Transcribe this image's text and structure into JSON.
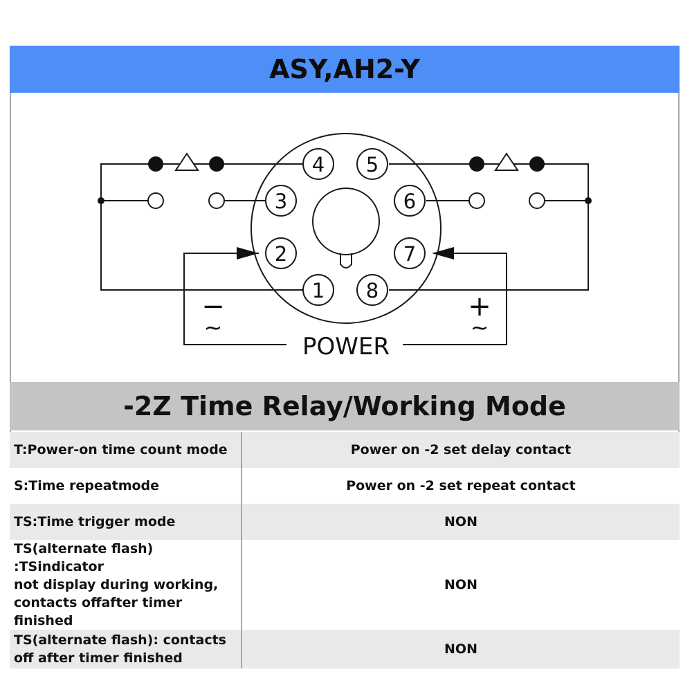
{
  "title": "ASY,AH2-Y",
  "diagram": {
    "pins": [
      "1",
      "2",
      "3",
      "4",
      "5",
      "6",
      "7",
      "8"
    ],
    "power_label": "POWER",
    "minus_label": "−",
    "plus_label": "+",
    "ac_label": "~"
  },
  "mode_table": {
    "header": "-2Z Time Relay/Working Mode",
    "rows": [
      {
        "mode": "T:Power-on time count mode",
        "desc": "Power on -2 set delay contact"
      },
      {
        "mode": "S:Time repeatmode",
        "desc": "Power on -2 set repeat contact"
      },
      {
        "mode": "TS:Time trigger mode",
        "desc": "NON"
      },
      {
        "mode_lines": [
          "TS(alternate flash) :TSindicator",
          "not display during working,",
          "contacts offafter timer finished"
        ],
        "desc": "NON"
      },
      {
        "mode_lines": [
          "TS(alternate flash): contacts",
          "off after timer finished"
        ],
        "desc": "NON"
      }
    ]
  },
  "colors": {
    "title_bar": "#4d8ef7",
    "mode_header": "#c4c4c4",
    "row_shade": "#e9e9e9",
    "border": "#a9a9a9"
  }
}
